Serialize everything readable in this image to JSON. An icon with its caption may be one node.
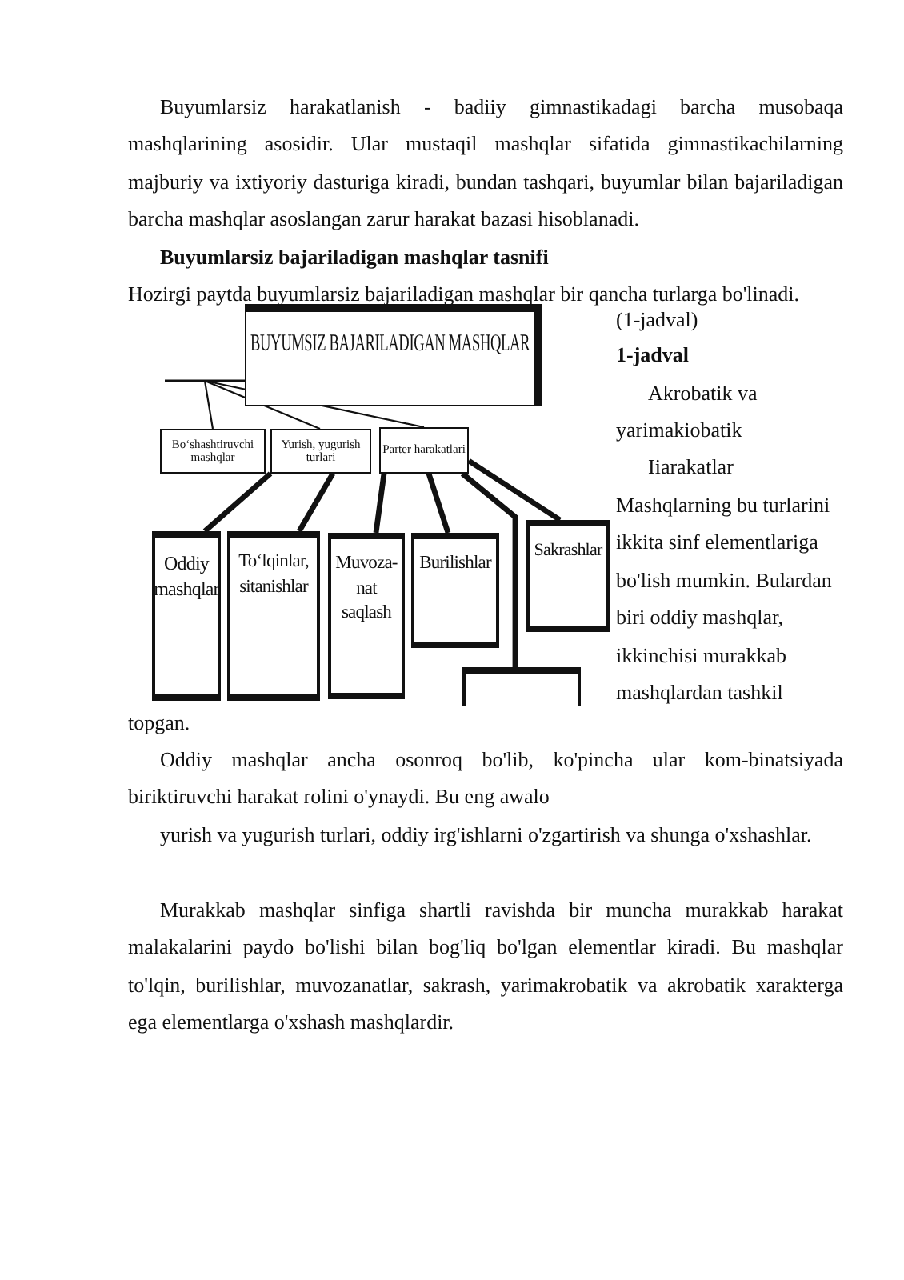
{
  "diagram": {
    "nodes": [
      {
        "text": [
          "BUYUMSIZ BAJARILADIGAN MASHQLAR"
        ]
      },
      {
        "text": [
          "Bo‘shashtiruvchi mashqlar"
        ]
      },
      {
        "text": [
          "Yurish, yugurish turlari"
        ]
      },
      {
        "text": [
          "Parter harakatlari"
        ]
      },
      {
        "text": [
          "Oddiy mashqlar"
        ]
      },
      {
        "text": [
          "To‘lqinlar, sitanishlar"
        ]
      },
      {
        "text": [
          "Muvoza- nat saqlash"
        ]
      },
      {
        "text": [
          "Burilishlar"
        ]
      },
      {
        "text": [
          "Sakrashlar"
        ]
      },
      {
        "text": [],
        "shape": "box"
      }
    ],
    "edges": [
      {
        "from": 0,
        "to": 1,
        "arrow": "none"
      },
      {
        "from": 0,
        "to": 2,
        "arrow": "none"
      },
      {
        "from": 0,
        "to": 3,
        "arrow": "none"
      },
      {
        "from": 2,
        "to": 4,
        "arrow": "none"
      },
      {
        "from": 2,
        "to": 5,
        "arrow": "none"
      },
      {
        "from": 3,
        "to": 6,
        "arrow": "none"
      },
      {
        "from": 3,
        "to": 7,
        "arrow": "none"
      },
      {
        "from": 3,
        "to": 9,
        "arrow": "none"
      },
      {
        "from": 3,
        "to": 8,
        "arrow": "none"
      }
    ],
    "labels": [
      "Buyumlarsiz harakatlanish - badiiy gimnastikadagi barcha musobaqa mashqlarining asosidir. Ular mustaqil mashqlar sifatida gimnastikachilarning majburiy va ixtiyoriy dasturiga kiradi, bundan tashqari, buyumlar bilan bajariladigan barcha mashqlar asoslangan zarur harakat bazasi hisoblanadi.",
      "Buyumlarsiz bajariladigan mashqlar tasnifi",
      "Hozirgi paytda buyumlarsiz bajariladigan mashqlar bir qancha turlarga bo'linadi.",
      "(1-jadval)",
      "1-jadval",
      "Akrobatik va yarimakiobatik",
      "Iiarakatlar",
      "Mashqlarning bu turlarini ikkita sinf elementlariga bo'lish mumkin. Bulardan biri oddiy mashqlar, ikkinchisi murakkab mashqlardan tashkil",
      "topgan.",
      "Oddiy mashqlar ancha osonroq bo'lib, ko'pincha ular kom-binatsiyada biriktiruvchi harakat rolini o'ynaydi. Bu eng awalo",
      "yurish va yugurish turlari, oddiy irg'ishlarni o'zgartirish va shunga o'xshashlar.",
      "Murakkab mashqlar sinfiga shartli ravishda bir muncha murakkab harakat malakalarini paydo bo'lishi bilan bog'liq bo'lgan elementlar kiradi. Bu mashqlar to'lqin, burilishlar, muvozanatlar, sakrash, yarimakrobatik va akrobatik xarakterga ega elementlarga o'xshash mashqlardir."
    ]
  }
}
